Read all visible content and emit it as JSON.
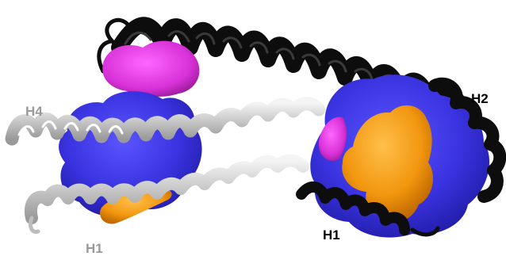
{
  "labels": {
    "h4": "H4",
    "h2": "H2",
    "h1_right": "H1",
    "h1_left": "H1"
  },
  "colors": {
    "background": "#ffffff",
    "black_helix": "#0d0d0d",
    "white_helix": "#d9d9d9",
    "blue_surface": "#3a33e0",
    "magenta_surface": "#d832d8",
    "orange_surface": "#f2960f",
    "gray_label": "#9a9a9a",
    "black_label": "#000000"
  }
}
